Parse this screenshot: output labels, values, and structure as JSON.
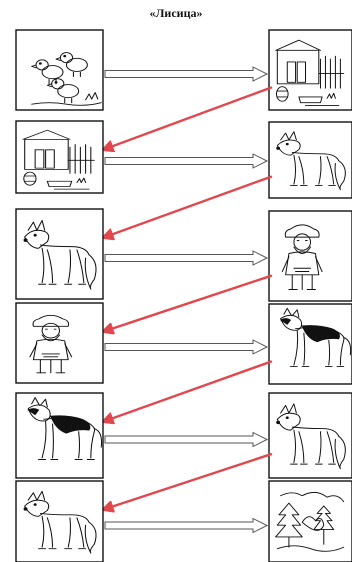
{
  "title": "«Лисица»",
  "colors": {
    "arrow_red": "#e1474e",
    "ink": "#111111"
  },
  "sequence": [
    {
      "left": "chicks",
      "right": "farmyard"
    },
    {
      "left": "farmyard",
      "right": "fox"
    },
    {
      "left": "fox",
      "right": "old-man"
    },
    {
      "left": "old-man",
      "right": "dog"
    },
    {
      "left": "dog",
      "right": "fox"
    },
    {
      "left": "fox",
      "right": "forest"
    }
  ]
}
